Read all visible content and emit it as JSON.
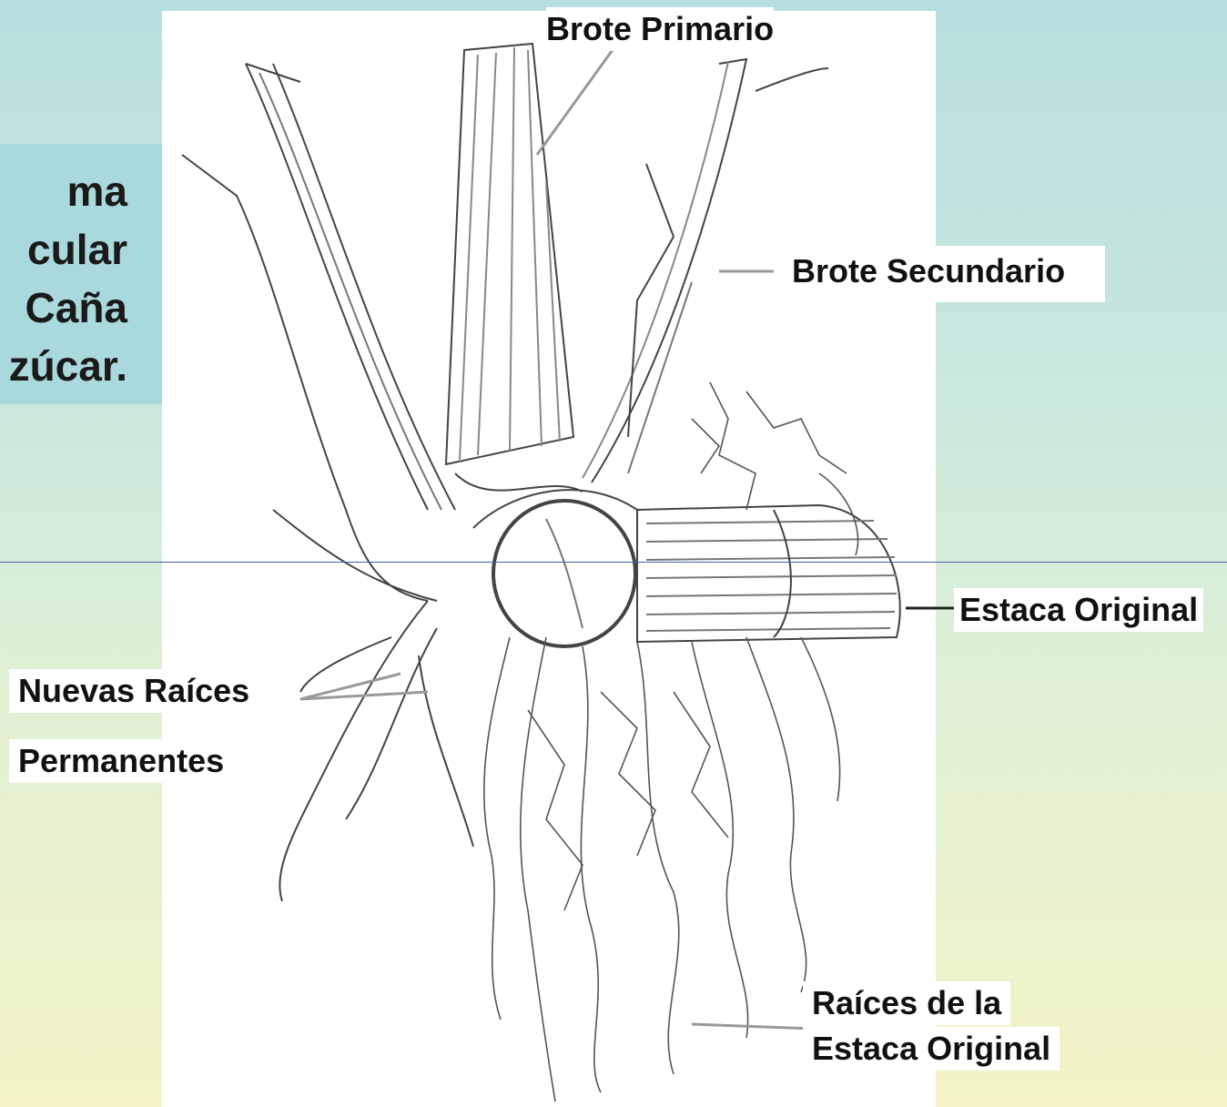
{
  "side_caption": "ma\ncular\n Caña\nzúcar.",
  "labels": {
    "brote_primario": "Brote Primario",
    "brote_secundario": "Brote Secundario",
    "estaca_original": "Estaca Original",
    "nuevas_raices": "Nuevas Raíces",
    "permanentes": "Permanentes",
    "raices_estaca_1": "Raíces de la",
    "raices_estaca_2": "Estaca Original"
  },
  "colors": {
    "background_top": "#b8dfe0",
    "background_bottom": "#f4f4c6",
    "caption_box": "#a9d8dd",
    "divider_line": "#4a5fb0"
  }
}
